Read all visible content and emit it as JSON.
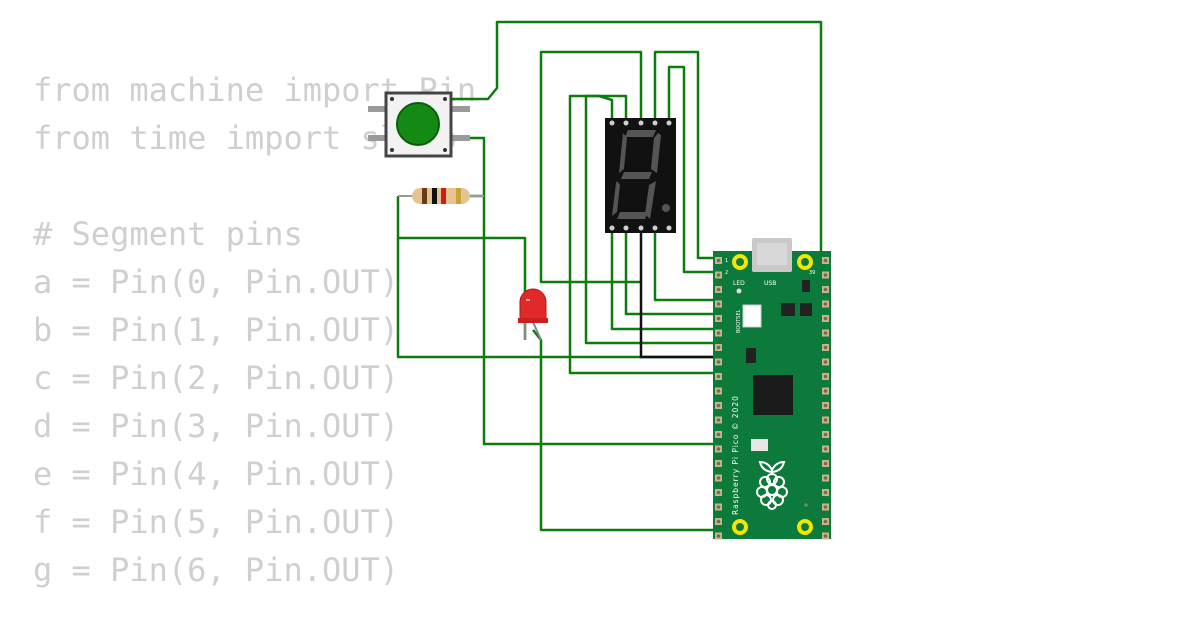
{
  "code": {
    "lines": [
      "from machine import Pin",
      "from time import sleep",
      "",
      "# Segment pins",
      "a = Pin(0, Pin.OUT)",
      "b = Pin(1, Pin.OUT)",
      "c = Pin(2, Pin.OUT)",
      "d = Pin(3, Pin.OUT)",
      "e = Pin(4, Pin.OUT)",
      "f = Pin(5, Pin.OUT)",
      "g = Pin(6, Pin.OUT)"
    ]
  },
  "board": {
    "led_label": "LED",
    "usb_label": "USB",
    "bootsel_label": "BOOTSEL",
    "name_label": "Raspberry Pi Pico © 2020",
    "pin1_label": "1",
    "pin2_label": "2",
    "pin39_label": "39",
    "board_color": "#0b7a3a"
  },
  "colors": {
    "wire_green": "#0c7d0c",
    "wire_black": "#111111",
    "code_text": "#cfcfcf",
    "button_cap": "#138a13",
    "led_red": "#e02a2a"
  }
}
